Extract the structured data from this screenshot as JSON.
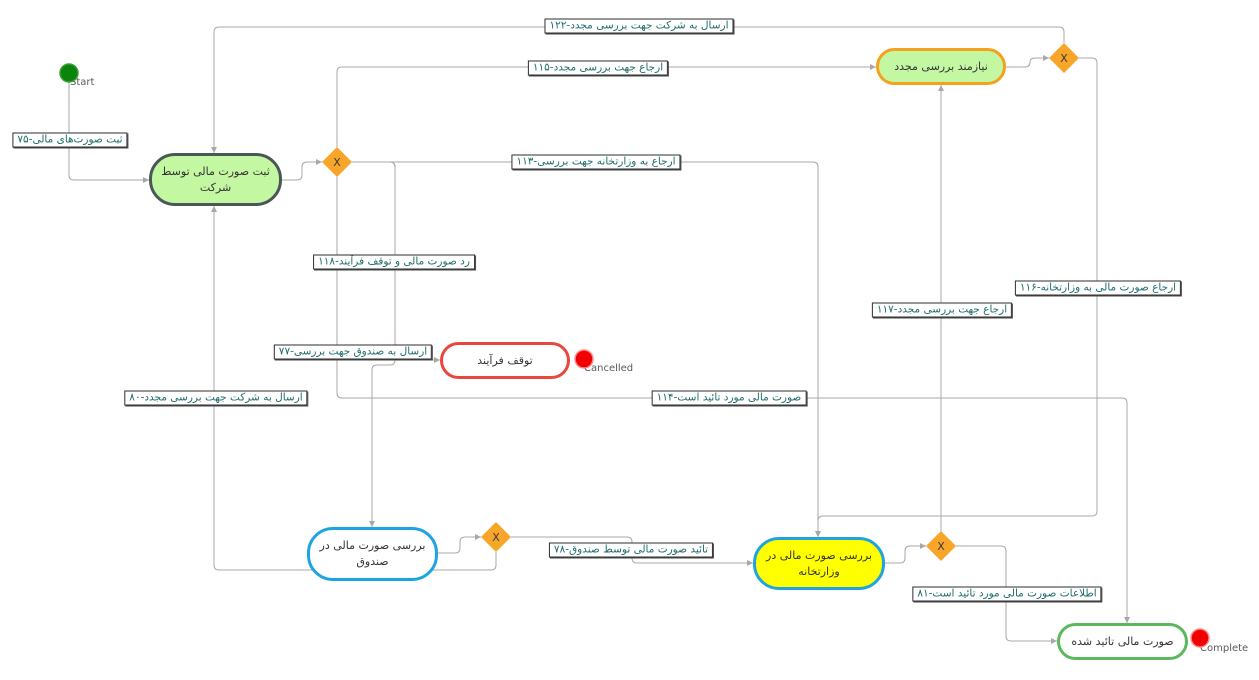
{
  "diagram": {
    "colors": {
      "flow_line": "#a8a8a8",
      "transition_text": "#1f6b6b",
      "gateway_fill": "#f7a629"
    },
    "gateway_symbol": "X",
    "events": {
      "start": {
        "label": "Start",
        "color": "#0c830c"
      },
      "cancelled": {
        "label": "Cancelled",
        "color": "#f00000"
      },
      "complete": {
        "label": "Complete",
        "color": "#f00000"
      }
    },
    "tasks": {
      "register": {
        "lines": [
          "ثبت صورت مالی توسط",
          "شرکت"
        ],
        "fill": "#c4f7a2",
        "border": "#4a5757"
      },
      "needs_review": {
        "lines": [
          "نیازمند بررسی مجدد"
        ],
        "fill": "#c4f7a2",
        "border": "#f5a11c"
      },
      "stop": {
        "lines": [
          "توقف فرآیند"
        ],
        "fill": "#ffffff",
        "border": "#e8483c"
      },
      "fund_review": {
        "lines": [
          "بررسی صورت مالی در",
          "صندوق"
        ],
        "fill": "#ffffff",
        "border": "#1ea5e0"
      },
      "ministry_review": {
        "lines": [
          "بررسی صورت مالی در",
          "وزارتخانه"
        ],
        "fill": "#ffff00",
        "border": "#1ea5e0"
      },
      "approved": {
        "lines": [
          "صورت مالی تائید شده"
        ],
        "fill": "#ffffff",
        "border": "#5cb85c"
      }
    },
    "transitions": {
      "t75": "ثبت صورت‌های مالی-۷۵",
      "t115": "ارجاع جهت بررسی مجدد-۱۱۵",
      "t122": "ارسال به شرکت جهت بررسی مجدد-۱۲۲",
      "t113": "ارجاع به وزارتخانه جهت بررسی-۱۱۳",
      "t118": "رد صورت مالی و توقف فرآیند-۱۱۸",
      "t77": "ارسال به صندوق جهت بررسی-۷۷",
      "t80": "ارسال به شرکت جهت بررسی مجدد-۸۰",
      "t114": "صورت مالی مورد تائید است-۱۱۴",
      "t116": "ارجاع صورت مالی به وزارتخانه-۱۱۶",
      "t117": "ارجاع جهت بررسی مجدد-۱۱۷",
      "t78": "تائید صورت مالی توسط صندوق-۷۸",
      "t81": "اطلاعات صورت مالی مورد تائید است-۸۱"
    }
  }
}
